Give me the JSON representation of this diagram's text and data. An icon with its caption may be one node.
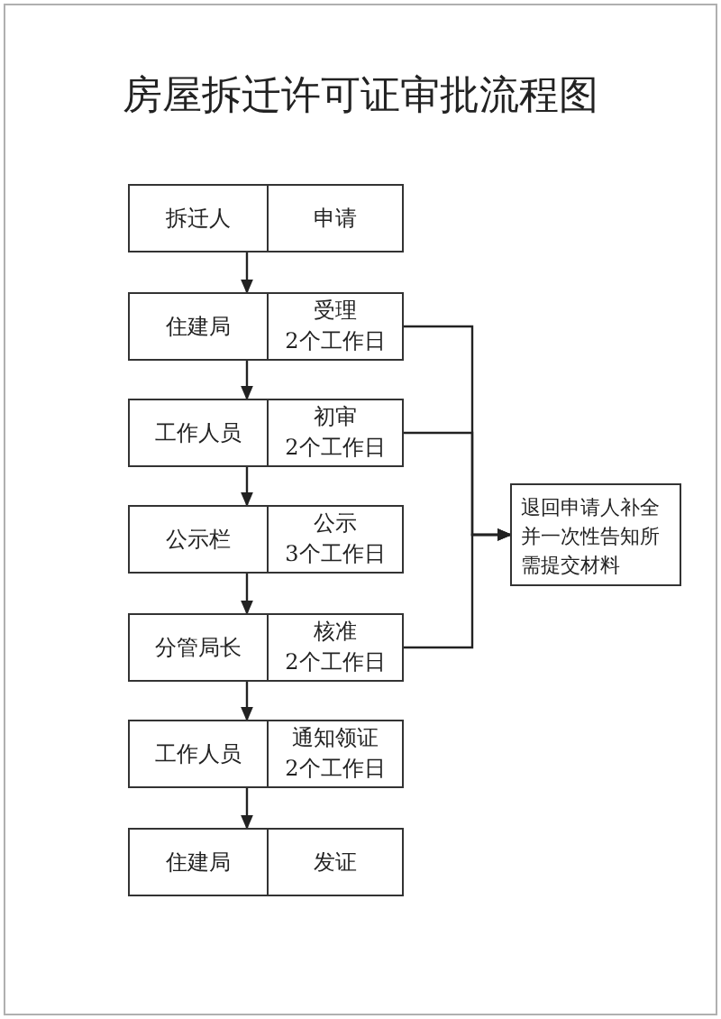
{
  "diagram": {
    "title": "房屋拆迁许可证审批流程图",
    "nodes": [
      {
        "text": [
          "拆迁人",
          "申请"
        ]
      },
      {
        "text": [
          "住建局",
          "受理",
          "2个工作日"
        ]
      },
      {
        "text": [
          "工作人员",
          "初审",
          "2个工作日"
        ]
      },
      {
        "text": [
          "公示栏",
          "公示",
          "3个工作日"
        ]
      },
      {
        "text": [
          "分管局长",
          "核准",
          "2个工作日"
        ]
      },
      {
        "text": [
          "工作人员",
          "通知领证",
          "2个工作日"
        ]
      },
      {
        "text": [
          "住建局",
          "发证"
        ]
      },
      {
        "text": [
          "退回申请人补全并一次性告知所需提交材料"
        ]
      }
    ],
    "edges": [
      {
        "from": 0,
        "to": 1,
        "arrow": "to"
      },
      {
        "from": 1,
        "to": 2,
        "arrow": "to"
      },
      {
        "from": 2,
        "to": 3,
        "arrow": "to"
      },
      {
        "from": 3,
        "to": 4,
        "arrow": "to"
      },
      {
        "from": 4,
        "to": 5,
        "arrow": "to"
      },
      {
        "from": 5,
        "to": 6,
        "arrow": "to"
      },
      {
        "from": 1,
        "to": 7,
        "arrow": "to"
      },
      {
        "from": 2,
        "to": 7,
        "arrow": "to"
      },
      {
        "from": 4,
        "to": 7,
        "arrow": "to"
      }
    ]
  }
}
